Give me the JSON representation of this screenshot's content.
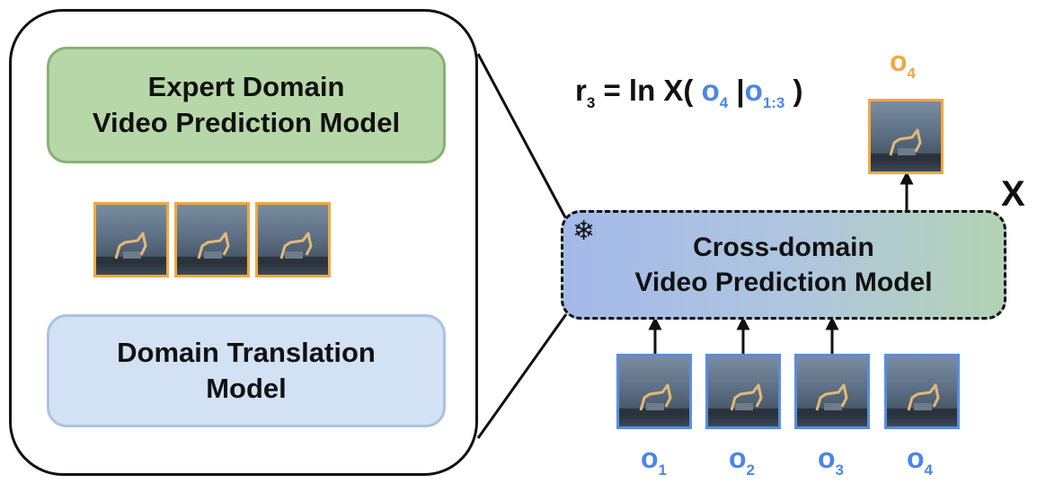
{
  "inset": {
    "expert_box": {
      "line1": "Expert Domain",
      "line2": "Video Prediction Model"
    },
    "translation_box": {
      "line1": "Domain Translation",
      "line2": "Model"
    },
    "translated_frames_count": 3
  },
  "cross_domain_box": {
    "line1": "Cross-domain",
    "line2": "Video Prediction Model",
    "icon": "snowflake-icon",
    "glyph": "❄"
  },
  "model_symbol": "X",
  "formula": {
    "lhs": "r",
    "lhs_sub": "3",
    "eq": " = ln X( ",
    "o_next": "o",
    "o_next_sub": "4",
    "bar": " |",
    "o_ctx": "o",
    "o_ctx_sub": "1:3",
    "close": " )"
  },
  "predicted_frame": {
    "label": "o",
    "sub": "4"
  },
  "observations": [
    {
      "label": "o",
      "sub": "1"
    },
    {
      "label": "o",
      "sub": "2"
    },
    {
      "label": "o",
      "sub": "3"
    },
    {
      "label": "o",
      "sub": "4"
    }
  ],
  "colors": {
    "orange": "#f0a843",
    "blue": "#4a86e8",
    "expert_fill": "#b7d7a8",
    "translation_fill": "#d2e1f3"
  }
}
